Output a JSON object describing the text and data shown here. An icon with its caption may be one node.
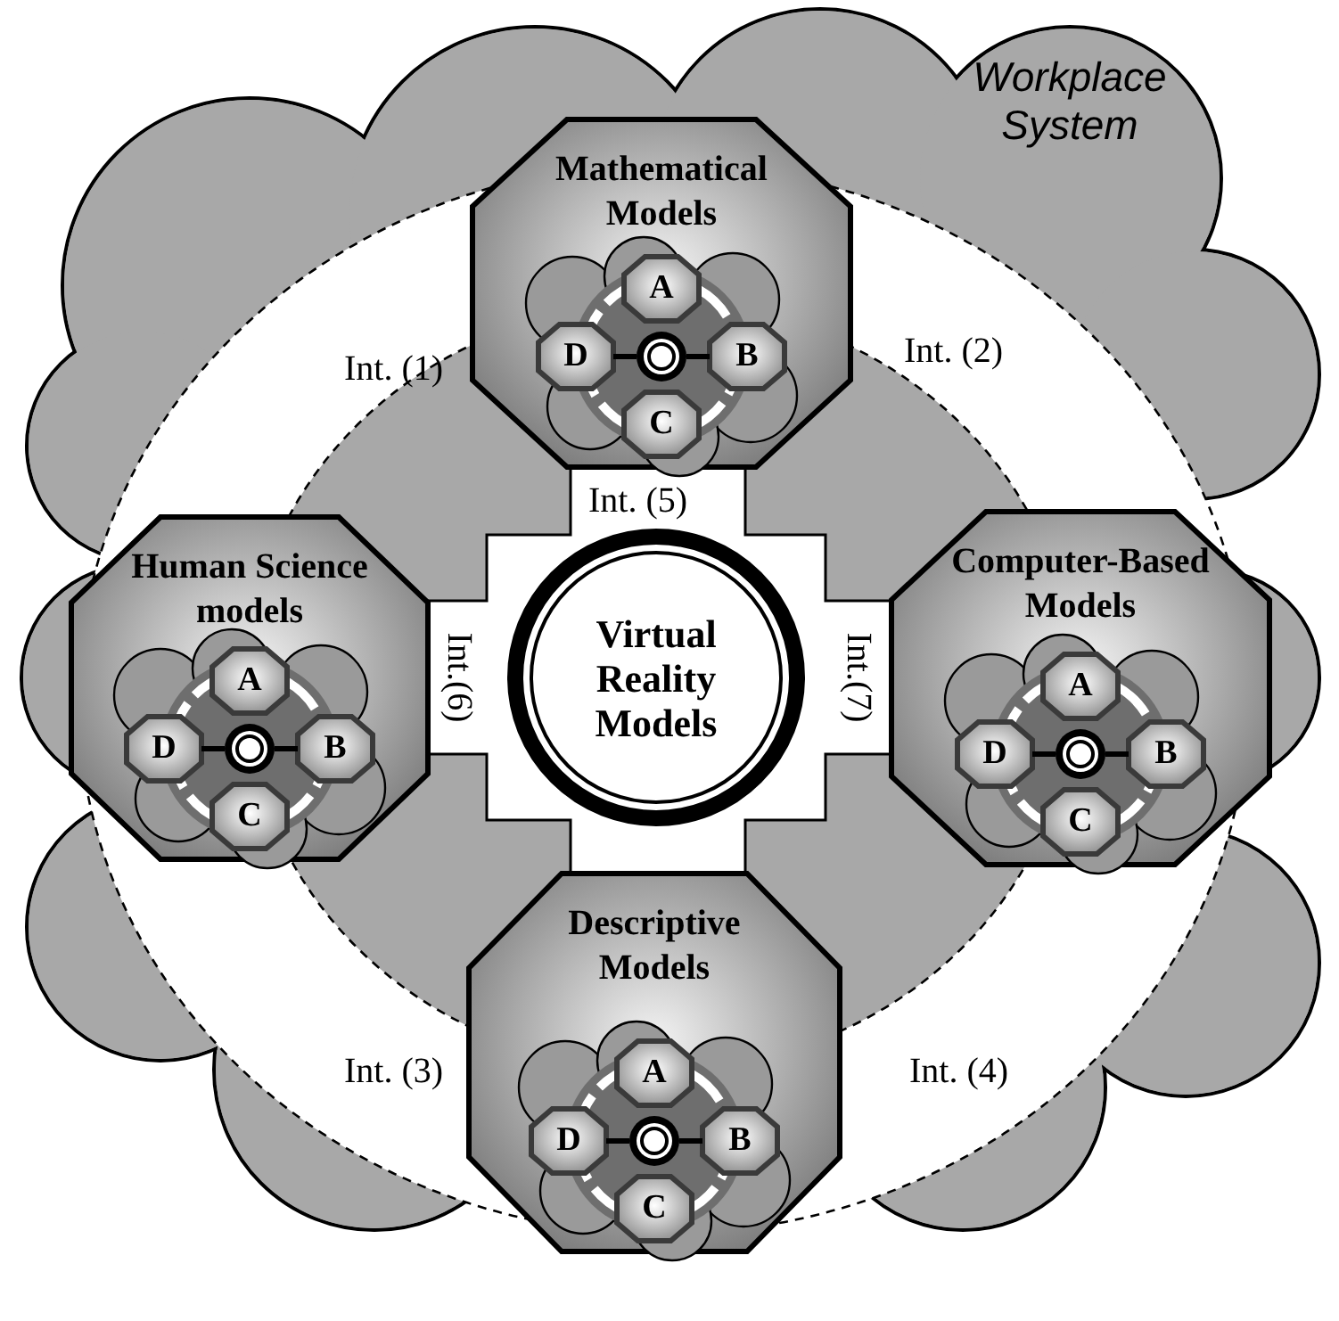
{
  "diagram": {
    "nodes": [
      {
        "text": [
          "Workplace System"
        ]
      },
      {
        "text": [
          "Mathematical Models"
        ],
        "in": 0
      },
      {
        "text": [
          "A"
        ],
        "in": 1
      },
      {
        "text": [
          "D"
        ],
        "in": 1
      },
      {
        "text": [],
        "shape": "circle",
        "in": 1
      },
      {
        "text": [
          "B"
        ],
        "in": 1
      },
      {
        "text": [
          "C"
        ],
        "in": 1
      },
      {
        "text": [
          "Human Science models"
        ],
        "in": 0
      },
      {
        "text": [
          "A"
        ],
        "in": 7
      },
      {
        "text": [
          "D"
        ],
        "in": 7
      },
      {
        "text": [],
        "shape": "circle",
        "in": 7
      },
      {
        "text": [
          "B"
        ],
        "in": 7
      },
      {
        "text": [
          "C"
        ],
        "in": 7
      },
      {
        "text": [
          "Virtual Reality Models"
        ],
        "in": 0
      },
      {
        "text": [
          "Computer-Based Models"
        ],
        "in": 0
      },
      {
        "text": [
          "A"
        ],
        "in": 14
      },
      {
        "text": [
          "D"
        ],
        "in": 14
      },
      {
        "text": [],
        "shape": "circle",
        "in": 14
      },
      {
        "text": [
          "B"
        ],
        "in": 14
      },
      {
        "text": [
          "C"
        ],
        "in": 14
      },
      {
        "text": [
          "Descriptive Models"
        ],
        "in": 0
      },
      {
        "text": [
          "A"
        ],
        "in": 20
      },
      {
        "text": [
          "D"
        ],
        "in": 20
      },
      {
        "text": [],
        "shape": "circle",
        "in": 20
      },
      {
        "text": [
          "B"
        ],
        "in": 20
      },
      {
        "text": [
          "C"
        ],
        "in": 20
      }
    ],
    "edges": [
      {
        "from": 3,
        "to": 4,
        "arrow": "none"
      },
      {
        "from": 4,
        "to": 5,
        "arrow": "none"
      },
      {
        "from": 9,
        "to": 10,
        "arrow": "none"
      },
      {
        "from": 10,
        "to": 11,
        "arrow": "none"
      },
      {
        "from": 16,
        "to": 17,
        "arrow": "none"
      },
      {
        "from": 17,
        "to": 18,
        "arrow": "none"
      },
      {
        "from": 22,
        "to": 23,
        "arrow": "none"
      },
      {
        "from": 23,
        "to": 24,
        "arrow": "none"
      }
    ],
    "labels": [
      "Int. (1)",
      "Int. (2)",
      "Int. (5)",
      "Int.(6)",
      "Int.(7)",
      "Int. (3)",
      "Int. (4)"
    ]
  }
}
